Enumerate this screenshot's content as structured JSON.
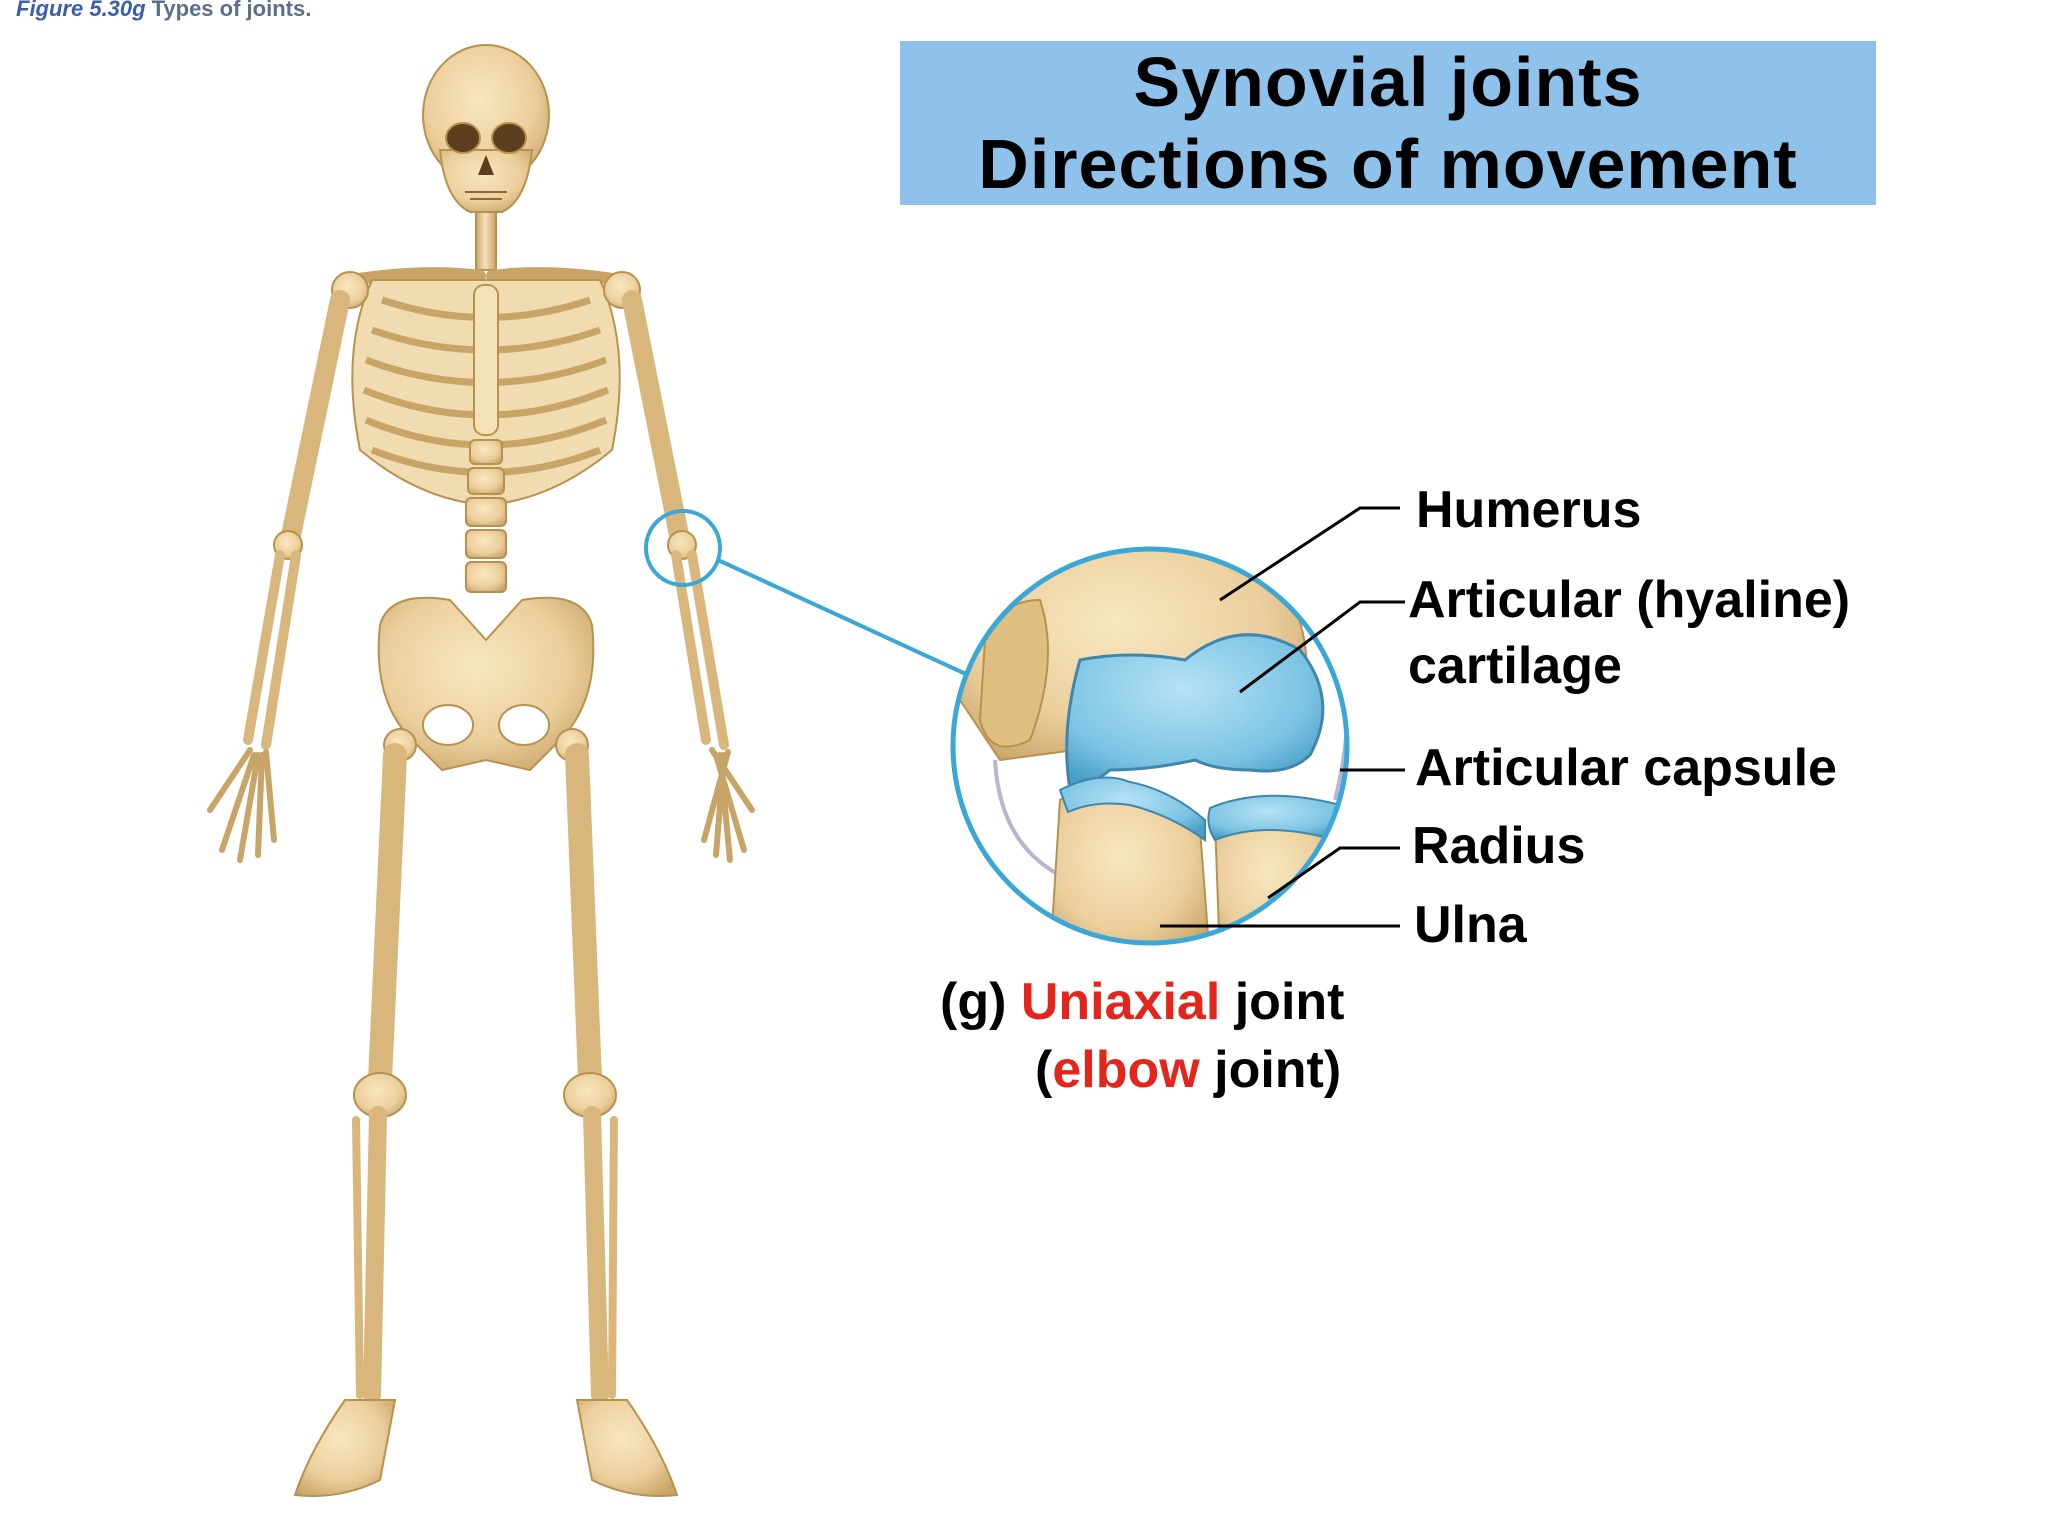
{
  "figure": {
    "number": "Figure 5.30g",
    "title": "Types of joints."
  },
  "title": {
    "line1": "Synovial joints",
    "line2": "Directions of movement"
  },
  "labels": {
    "humerus": "Humerus",
    "articular_cartilage_1": "Articular (hyaline)",
    "articular_cartilage_2": "cartilage",
    "articular_capsule": "Articular capsule",
    "radius": "Radius",
    "ulna": "Ulna"
  },
  "caption": {
    "letter": "(g)",
    "type_highlight": "Uniaxial",
    "type_rest": "joint",
    "open_paren": "(",
    "example_highlight": "elbow",
    "example_rest": "joint)"
  },
  "colors": {
    "bone": "#eccf9c",
    "bone_shadow": "#c9a467",
    "cartilage": "#7cc4e4",
    "zoom_ring": "#3aa7d6",
    "title_bg": "#8ec2ea",
    "highlight": "#e3251c"
  }
}
